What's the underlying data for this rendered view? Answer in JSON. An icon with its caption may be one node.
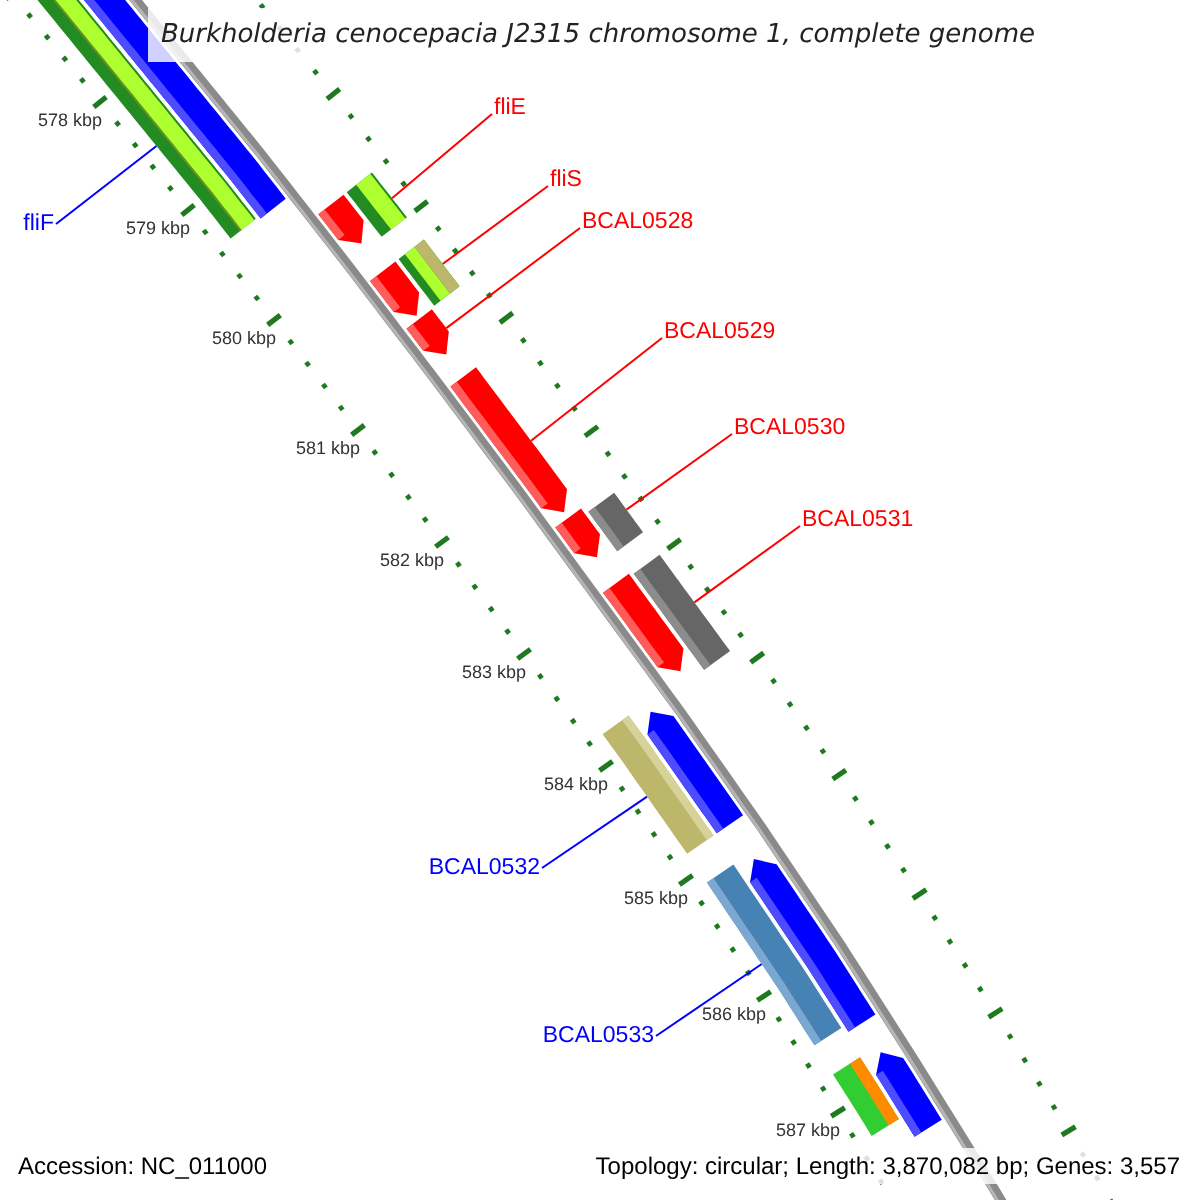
{
  "diagram": {
    "title": "Burkholderia cenocepacia J2315 chromosome 1, complete genome",
    "nodes": [
      {
        "text": [
          "fliE"
        ]
      },
      {
        "text": [
          "fliS"
        ]
      },
      {
        "text": [
          "BCAL0528"
        ]
      },
      {
        "text": [
          "BCAL0529"
        ]
      },
      {
        "text": [
          "BCAL0530"
        ]
      },
      {
        "text": [
          "BCAL0531"
        ]
      },
      {
        "text": [
          "fliF"
        ]
      },
      {
        "text": [
          "BCAL0532"
        ]
      },
      {
        "text": [
          "BCAL0533"
        ]
      },
      {
        "text": [],
        "shape": "bar"
      },
      {
        "text": [],
        "shape": "bar"
      },
      {
        "text": [],
        "shape": "bar"
      },
      {
        "text": [],
        "shape": "bar"
      },
      {
        "text": [],
        "shape": "bar"
      },
      {
        "text": [],
        "shape": "bar"
      },
      {
        "text": [],
        "shape": "bar"
      },
      {
        "text": [],
        "shape": "bar"
      },
      {
        "text": [],
        "shape": "bar"
      },
      {
        "text": [],
        "shape": "bar"
      },
      {
        "text": [],
        "shape": "bar"
      },
      {
        "text": [],
        "shape": "bar"
      },
      {
        "text": [],
        "shape": "bar"
      },
      {
        "text": [],
        "shape": "bar"
      },
      {
        "text": [],
        "shape": "bar"
      },
      {
        "text": [],
        "shape": "bar"
      },
      {
        "text": [],
        "shape": "bar"
      },
      {
        "text": [],
        "shape": "bar"
      }
    ],
    "edges": [
      {
        "from": 0,
        "to": 10,
        "arrow": "none"
      },
      {
        "from": 1,
        "to": 11,
        "arrow": "none"
      },
      {
        "from": 2,
        "to": 12,
        "arrow": "none"
      },
      {
        "from": 3,
        "to": 13,
        "arrow": "none"
      },
      {
        "from": 4,
        "to": 14,
        "arrow": "none"
      },
      {
        "from": 5,
        "to": 15,
        "arrow": "none"
      },
      {
        "from": 6,
        "to": 9,
        "arrow": "none",
        "color": "#0000ff"
      },
      {
        "from": 7,
        "to": 16,
        "arrow": "none",
        "color": "#0000ff"
      },
      {
        "from": 8,
        "to": 17,
        "arrow": "none",
        "color": "#0000ff"
      }
    ],
    "labels": [
      "578 kbp",
      "579 kbp",
      "580 kbp",
      "581 kbp",
      "582 kbp",
      "583 kbp",
      "584 kbp",
      "585 kbp",
      "586 kbp",
      "587 kbp",
      "Accession: NC_011000",
      "Topology: circular; Length: 3,870,082 bp; Genes: 3,557"
    ]
  }
}
